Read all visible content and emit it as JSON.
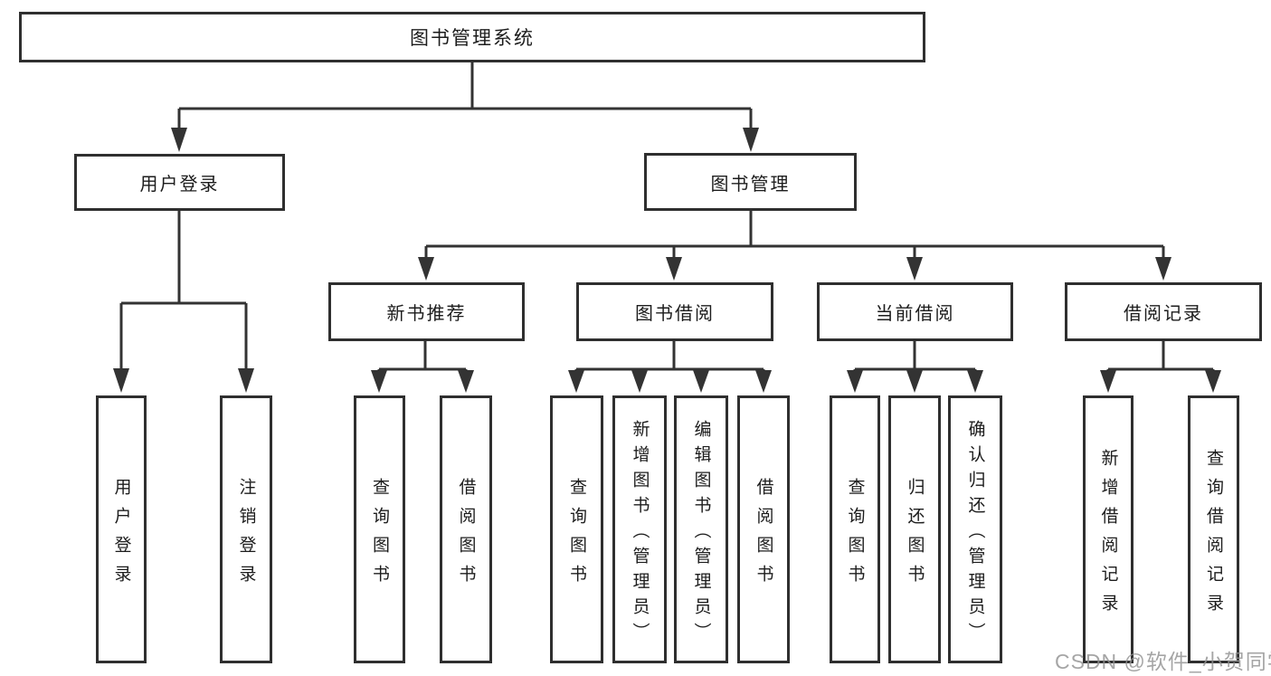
{
  "tree": {
    "root": {
      "label": "图书管理系统"
    },
    "level2": [
      {
        "label": "用户登录"
      },
      {
        "label": "图书管理"
      }
    ],
    "level3": [
      {
        "label": "新书推荐"
      },
      {
        "label": "图书借阅"
      },
      {
        "label": "当前借阅"
      },
      {
        "label": "借阅记录"
      }
    ],
    "leaf_groups": [
      {
        "parent": "用户登录",
        "items": [
          {
            "label": "用户登录"
          },
          {
            "label": "注销登录"
          }
        ]
      },
      {
        "parent": "新书推荐",
        "items": [
          {
            "label": "查询图书"
          },
          {
            "label": "借阅图书"
          }
        ]
      },
      {
        "parent": "图书借阅",
        "items": [
          {
            "label": "查询图书"
          },
          {
            "label": "新增图书（管理员）"
          },
          {
            "label": "编辑图书（管理员）"
          },
          {
            "label": "借阅图书"
          }
        ]
      },
      {
        "parent": "当前借阅",
        "items": [
          {
            "label": "查询图书"
          },
          {
            "label": "归还图书"
          },
          {
            "label": "确认归还（管理员）"
          }
        ]
      },
      {
        "parent": "借阅记录",
        "items": [
          {
            "label": "新增借阅记录"
          },
          {
            "label": "查询借阅记录"
          }
        ]
      }
    ]
  },
  "watermark": {
    "text": "CSDN @软件_小贺同学"
  },
  "colors": {
    "line": "#333333",
    "box_border": "#2f2f2f",
    "text": "#1c1c1c",
    "background": "#ffffff",
    "watermark": "#919191"
  }
}
